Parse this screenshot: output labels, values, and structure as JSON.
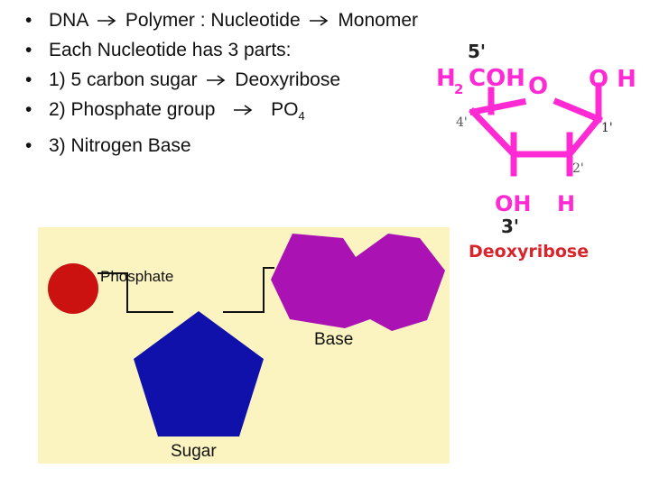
{
  "bullets": [
    {
      "a": "DNA",
      "b": "Polymer : Nucleotide",
      "c": "Monomer"
    },
    {
      "text": "Each Nucleotide has 3 parts:"
    },
    {
      "a": "1) 5 carbon sugar",
      "b": "Deoxyribose"
    },
    {
      "a": "2) Phosphate group",
      "b": "PO",
      "sub": "4"
    },
    {
      "text": "3) Nitrogen Base"
    }
  ],
  "deoxyribose": {
    "label_5prime": "5'",
    "h2": "H",
    "h2_sub": "2",
    "coh": "COH",
    "ring_o": "O",
    "oh_right": "O H",
    "label_4prime": "4'",
    "label_1prime": "1'",
    "label_2prime": "2'",
    "oh_bottom": "OH",
    "h_bottom": "H",
    "label_3prime": "3'",
    "caption": "Deoxyribose",
    "colors": {
      "structure": "#ff2ad4",
      "caption": "#d8242b"
    }
  },
  "nucleotide": {
    "phosphate_label": "Phosphate",
    "base_label": "Base",
    "sugar_label": "Sugar",
    "colors": {
      "background": "#fbf4c0",
      "phosphate": "#cc1111",
      "sugar": "#1010aa",
      "base": "#aa12b4"
    }
  }
}
